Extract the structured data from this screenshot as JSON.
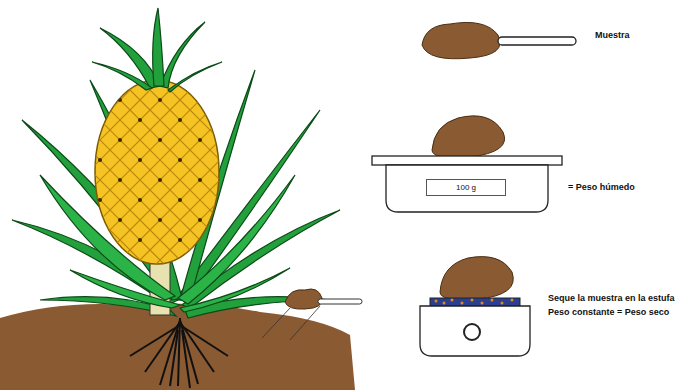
{
  "diagram": {
    "nodes": [
      {
        "text": [
          "100 g"
        ]
      }
    ],
    "labels": [
      "Muestra",
      "= Peso húmedo",
      "Seque la muestra en la estufa",
      "Peso constante = Peso seco"
    ]
  }
}
